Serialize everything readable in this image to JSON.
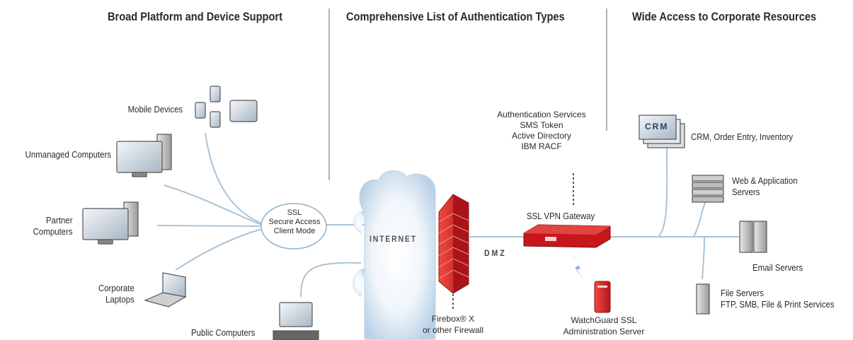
{
  "headers": {
    "platform": "Broad Platform and Device Support",
    "authentication": "Comprehensive List of Authentication Types",
    "resources": "Wide Access to Corporate Resources"
  },
  "clients": {
    "mobile": "Mobile Devices",
    "unmanaged": "Unmanaged Computers",
    "partner": [
      "Partner",
      "Computers"
    ],
    "corporate": [
      "Corporate",
      "Laptops"
    ],
    "public": "Public Computers"
  },
  "ssl_bubble": [
    "SSL",
    "Secure Access",
    "Client Mode"
  ],
  "internet": "INTERNET",
  "dmz": "D M Z",
  "firewall": [
    "Firebox® X",
    "or other Firewall"
  ],
  "auth_services": [
    "Authentication Services",
    "SMS Token",
    "Active Directory",
    "IBM RACF"
  ],
  "gateway": "SSL VPN Gateway",
  "admin_server": [
    "WatchGuard SSL",
    "Administration Server"
  ],
  "resources": {
    "crm_badge": "CRM",
    "crm": "CRM, Order Entry, Inventory",
    "web": [
      "Web & Application",
      "Servers"
    ],
    "email": "Email Servers",
    "file": [
      "File Servers",
      "FTP, SMB, File & Print Services"
    ]
  },
  "colors": {
    "line": "#aac3d6",
    "firewall_red": "#d0292a",
    "gateway_red": "#c8161d",
    "cloud": "#bcd4e8",
    "text": "#2a2a2a"
  }
}
